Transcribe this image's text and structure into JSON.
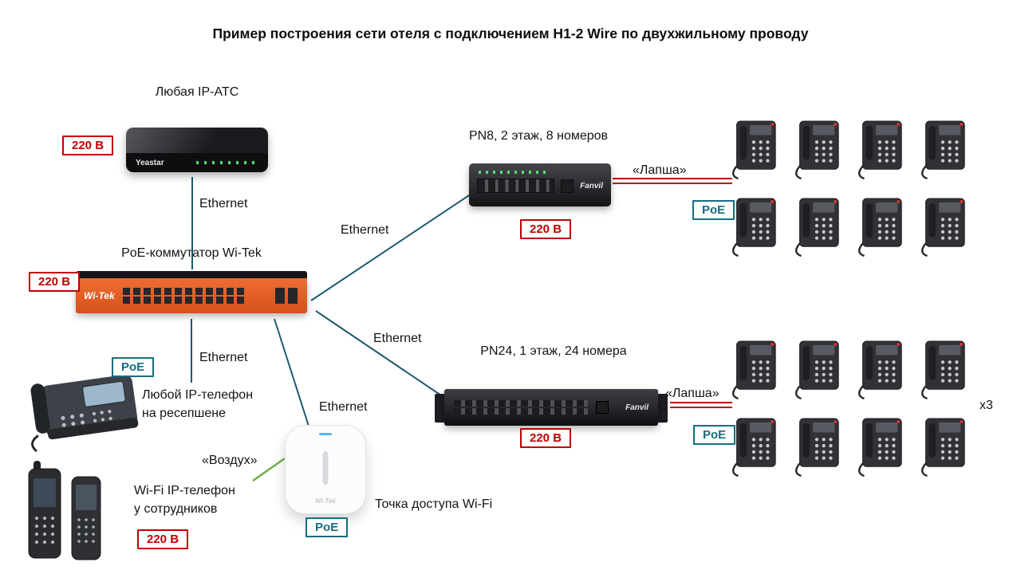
{
  "title": "Пример построения сети отеля с подключением H1-2 Wire по двухжильному проводу",
  "badges": {
    "power": "220 В",
    "poe": "PoE"
  },
  "edge_labels": {
    "ethernet": "Ethernet",
    "lapsha": "«Лапша»",
    "air": "«Воздух»"
  },
  "nodes": {
    "ipatc": {
      "label": "Любая IP-АТС",
      "brand": "Yeastar"
    },
    "core_switch": {
      "label": "PoE-коммутатор Wi-Tek",
      "brand": "Wi-Tek"
    },
    "pn8": {
      "label": "PN8, 2 этаж, 8 номеров",
      "brand": "Fanvil"
    },
    "pn24": {
      "label": "PN24, 1 этаж, 24 номера",
      "brand": "Fanvil"
    },
    "reception_phone": {
      "label_line1": "Любой IP-телефон",
      "label_line2": "на ресепшене"
    },
    "wifi_phone": {
      "label_line1": "Wi-Fi IP-телефон",
      "label_line2": "у сотрудников"
    },
    "access_point": {
      "label": "Точка доступа Wi-Fi",
      "brand": "Wi-Tek"
    }
  },
  "phone_groups": {
    "floor2": {
      "rows": 2,
      "cols": 4
    },
    "floor1": {
      "rows": 2,
      "cols": 4,
      "multiplier": "x3"
    }
  },
  "colors": {
    "power": "#c00000",
    "poe": "#156d80",
    "ethernet": "#1e5a6e",
    "lapsha": "#c00000",
    "air": "#70ad47"
  }
}
